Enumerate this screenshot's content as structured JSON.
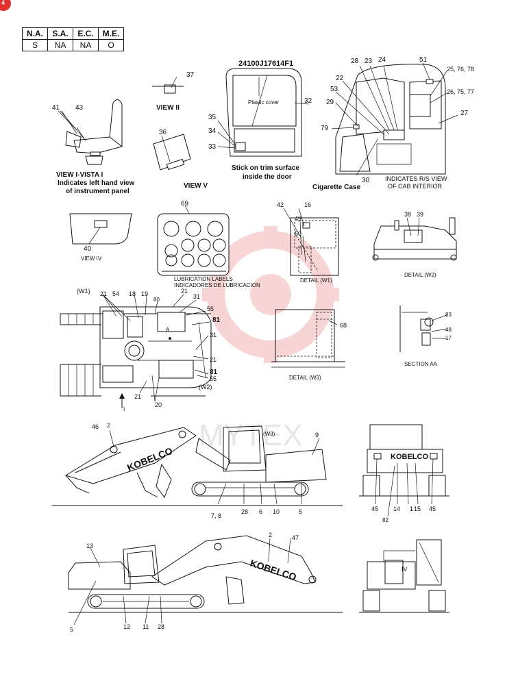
{
  "badge": {
    "text": "4"
  },
  "version_table": {
    "headers": [
      "N.A.",
      "S.A.",
      "E.C.",
      "M.E."
    ],
    "values": [
      "S",
      "NA",
      "NA",
      "O"
    ]
  },
  "part_number": "24100J17614F1",
  "views": {
    "view_i": [
      "VIEW I-VISTA I",
      "Indicates left hand view",
      "of instrument panel"
    ],
    "view_ii": "VIEW II",
    "view_iv": "VIEW IV",
    "view_v": "VIEW V",
    "door_note": [
      "Stick on trim surface",
      "inside the door"
    ],
    "plastic_cover": "Plastic cover",
    "cab_interior": [
      "INDICATES R/S VIEW",
      "OF CAB INTERIOR"
    ],
    "cigarette_case": "Cigarette Case",
    "lubrication": [
      "LUBRICATION LABELS",
      "INDICADORES DE LUBRICACION"
    ],
    "detail_w1": "DETAIL (W1)",
    "detail_w2": "DETAIL (W2)",
    "detail_w3": "DETAIL (W3)",
    "section_aa": "SECTION AA",
    "view_iv_mark": "IV",
    "arrow_i": "I",
    "mark_a": "A",
    "w1": "(W1)",
    "w2": "(W2)",
    "w3": "(W3)",
    "brand": "KOBELCO",
    "watermark": "MYTEX"
  },
  "callouts": {
    "n37": "37",
    "n41": "41",
    "n43": "43",
    "n36": "36",
    "n32": "32",
    "n35": "35",
    "n34": "34",
    "n33": "33",
    "n28": "28",
    "n23": "23",
    "n24": "24",
    "n51": "51",
    "n25": "25, 76, 78",
    "n26": "26, 75, 77",
    "n22": "22",
    "n53": "53",
    "n29": "29",
    "n27": "27",
    "n79": "79",
    "n30": "30",
    "n69": "69",
    "n40": "40",
    "n42": "42",
    "n16": "16",
    "n49": "49",
    "n50": "50",
    "n38": "38",
    "n39": "39",
    "p21a": "21",
    "p54": "54",
    "p18": "18",
    "p19": "19",
    "p80": "80",
    "p21b": "21",
    "p31a": "31",
    "p55a": "55",
    "p81a": "81",
    "p31b": "31",
    "p21c": "21",
    "p81b": "81",
    "p55b": "55",
    "p21d": "21",
    "p20": "20",
    "n68": "68",
    "n83": "83",
    "n48": "48",
    "n17": "17",
    "e46": "46",
    "e2a": "2",
    "e9": "9",
    "e78": "7, 8",
    "e28": "28",
    "e6": "6",
    "e10": "10",
    "e5a": "5",
    "r45a": "45",
    "r14": "14",
    "r1": "1",
    "r15": "15",
    "r45b": "45",
    "r82": "82",
    "b13": "13",
    "b2": "2",
    "b47": "47",
    "b5": "5",
    "b12": "12",
    "b11": "11",
    "b28": "28"
  }
}
